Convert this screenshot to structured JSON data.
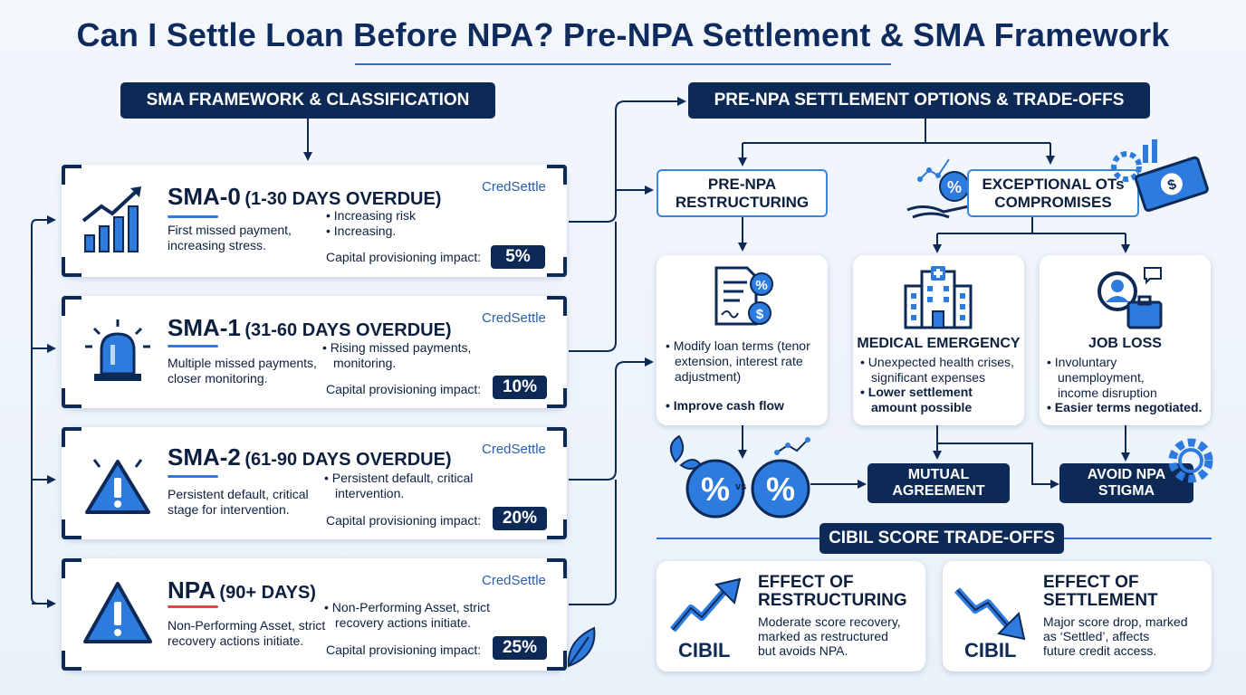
{
  "title": "Can I Settle Loan Before NPA? Pre-NPA Settlement & SMA Framework",
  "left_banner": "SMA FRAMEWORK & CLASSIFICATION",
  "right_banner": "PRE-NPA SETTLEMENT OPTIONS & TRADE-OFFS",
  "brand": "CredSettle",
  "impact_label": "Capital provisioning impact:",
  "sma_cards": [
    {
      "name": "SMA-0",
      "range": "(1-30 DAYS OVERDUE)",
      "desc": [
        "First missed payment,",
        "increasing stress."
      ],
      "points": [
        "• Increasing risk",
        "• Increasing."
      ],
      "impact": "5%",
      "icon": "bar-chart-up-icon",
      "underline_color": "#2e7be0"
    },
    {
      "name": "SMA-1",
      "range": "(31-60 DAYS OVERDUE)",
      "desc": [
        "Multiple missed payments,",
        "closer monitoring."
      ],
      "points": [
        "• Rising missed payments,",
        "monitoring."
      ],
      "impact": "10%",
      "icon": "siren-icon",
      "underline_color": "#2e7be0"
    },
    {
      "name": "SMA-2",
      "range": "(61-90 DAYS OVERDUE)",
      "desc": [
        "Persistent default, critical",
        "stage for intervention."
      ],
      "points": [
        "• Persistent default, critical",
        "intervention."
      ],
      "impact": "20%",
      "icon": "warning-triangle-icon",
      "underline_color": "#2e7be0"
    },
    {
      "name": "NPA",
      "range": "(90+ DAYS)",
      "desc": [
        "Non-Performing Asset, strict",
        "recovery actions initiate."
      ],
      "points": [
        "• Non-Performing Asset, strict",
        "recovery actions initiate."
      ],
      "impact": "25%",
      "icon": "warning-triangle-icon",
      "underline_color": "#e04848"
    }
  ],
  "option_restructuring": [
    "PRE-NPA",
    "RESTRUCTURING"
  ],
  "option_ots": [
    "EXCEPTIONAL OTs",
    "COMPROMISES"
  ],
  "panel_restructuring": {
    "lines": [
      "• Modify loan terms (tenor",
      "extension, interest rate",
      "adjustment)"
    ],
    "extra": "• Improve cash flow",
    "icon": "document-percent-icon"
  },
  "panel_medical": {
    "heading": "MEDICAL EMERGENCY",
    "lines": [
      "• Unexpected health crises,",
      "significant expenses"
    ],
    "bold_lines": [
      "• Lower settlement",
      "amount possible"
    ],
    "icon": "hospital-icon"
  },
  "panel_job": {
    "heading": "JOB LOSS",
    "lines": [
      "• Involuntary",
      "unemployment,",
      "income disruption"
    ],
    "bold_lines": [
      "• Easier terms negotiated."
    ],
    "icon": "job-search-icon"
  },
  "vs_label": "vs",
  "mutual_agreement": [
    "MUTUAL",
    "AGREEMENT"
  ],
  "avoid_npa": [
    "AVOID NPA",
    "STIGMA"
  ],
  "cibil_banner": "CIBIL SCORE TRADE-OFFS",
  "effect_restructuring": {
    "heading": [
      "EFFECT OF",
      "RESTRUCTURING"
    ],
    "lines": [
      "Moderate score recovery,",
      "marked as restructured",
      "but avoids NPA."
    ],
    "cibil": "CIBIL",
    "icon": "arrow-up-trend-icon"
  },
  "effect_settlement": {
    "heading": [
      "EFFECT OF",
      "SETTLEMENT"
    ],
    "lines": [
      "Major score drop, marked",
      "as ‘Settled’, affects",
      "future credit access."
    ],
    "cibil": "CIBIL",
    "icon": "arrow-down-trend-icon"
  },
  "colors": {
    "navy": "#0d2a57",
    "accent_blue": "#2e7be0",
    "npa_red": "#e04848",
    "background": "#eef4fb"
  }
}
